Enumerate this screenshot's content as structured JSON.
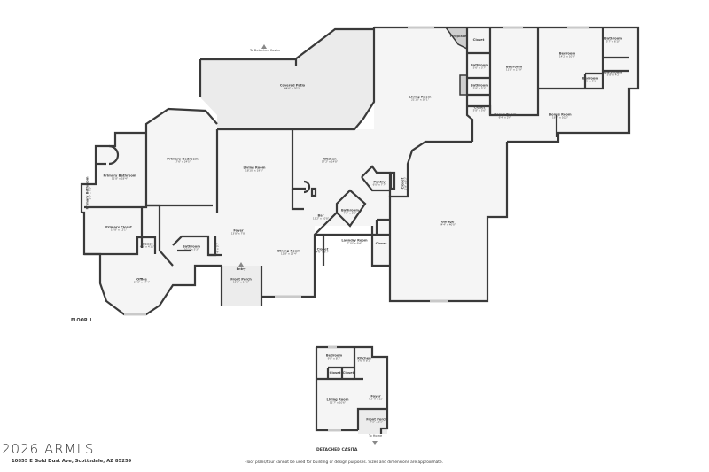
{
  "floor_label": "FLOOR 1",
  "casita_label": "DETACHED CASITA",
  "to_home": "To Home",
  "to_casita": "To Detached Casita",
  "watermark": "2026 ARMLS",
  "address": "10855 E Gold Dust Ave, Scottsdale, AZ 85259",
  "disclaimer": "Floor plans/tour cannot be used for building or design purposes. Sizes and dimensions are approximate.",
  "colors": {
    "wall": "#3a3a3a",
    "floor": "#f5f5f5",
    "patio": "#ececec",
    "fireplace": "#cfcfcf"
  },
  "rooms": [
    {
      "name": "Covered Patio",
      "dims": "44'6\" x 20'3\""
    },
    {
      "name": "Living Room",
      "dims": "21'10\" x 38'1\""
    },
    {
      "name": "Fireplace",
      "dims": ""
    },
    {
      "name": "Closet",
      "dims": ""
    },
    {
      "name": "Bathroom",
      "dims": "5'6\" x 3'7\""
    },
    {
      "name": "Bathroom",
      "dims": "5'8\" x 5'3\""
    },
    {
      "name": "Closet",
      "dims": "5'8\" x 5'6\""
    },
    {
      "name": "Bedroom",
      "dims": "11'6\" x 23'9\""
    },
    {
      "name": "Bonus Room",
      "dims": "6'4\" x 2'6\""
    },
    {
      "name": "Bedroom",
      "dims": "14'2\" x 10'8\""
    },
    {
      "name": "Bathroom",
      "dims": "5'7\" x 6'10\""
    },
    {
      "name": "Bedroom",
      "dims": "5'5\" x 5'1\""
    },
    {
      "name": "Bathroom",
      "dims": "5'8\" x 4'2\""
    },
    {
      "name": "Bonus Room",
      "dims": "18'8\" x 10'2\""
    },
    {
      "name": "Primary Bedroom",
      "dims": "17'6\" x 24'5\""
    },
    {
      "name": "Primary Bathroom",
      "dims": "11'8\" x 18'4\""
    },
    {
      "name": "Primary Bathroom",
      "dims": "3'5\" x 7'1\""
    },
    {
      "name": "Primary Closet",
      "dims": "18'8\" x 12'1\""
    },
    {
      "name": "Closet",
      "dims": "4'8\" x 4'11\""
    },
    {
      "name": "Office",
      "dims": "23'8\" x 17'4\""
    },
    {
      "name": "Bathroom",
      "dims": "10'1\" x 5'3\""
    },
    {
      "name": "Closet",
      "dims": "2'4\" x 3'1\""
    },
    {
      "name": "Foyer",
      "dims": "13'8\" x 7'8\""
    },
    {
      "name": "Entry",
      "dims": ""
    },
    {
      "name": "Front Porch",
      "dims": "10'2\" x 14'3\""
    },
    {
      "name": "Living Room",
      "dims": "18'10\" x 19'6\""
    },
    {
      "name": "Dining Room",
      "dims": "12'8\" x 22'4\""
    },
    {
      "name": "Kitchen",
      "dims": "17'2\" x 14'8\""
    },
    {
      "name": "Bar",
      "dims": "13'2\" x 10'8\""
    },
    {
      "name": "Pantry",
      "dims": "6'0\" x 7'7\""
    },
    {
      "name": "Closet",
      "dims": "2'9\" x 5'2\""
    },
    {
      "name": "Bathroom",
      "dims": "7'8\" x 8'6\""
    },
    {
      "name": "Laundry Room",
      "dims": "7'10\" x 9'4\""
    },
    {
      "name": "Closet",
      "dims": "4'6\" x 6'7\""
    },
    {
      "name": "Closet",
      "dims": ""
    },
    {
      "name": "Garage",
      "dims": "24'4\" x 40'0\""
    },
    {
      "name": "Bedroom",
      "dims": "9'8\" x 8'1\""
    },
    {
      "name": "Kitchen",
      "dims": "5'6\" x 8'1\""
    },
    {
      "name": "Closet",
      "dims": ""
    },
    {
      "name": "Closet",
      "dims": ""
    },
    {
      "name": "Living Room",
      "dims": "11'7\" x 10'6\""
    },
    {
      "name": "Foyer",
      "dims": "7'2\" x 7'11\""
    },
    {
      "name": "Front Porch",
      "dims": "7'8\" x 5'3\""
    }
  ]
}
